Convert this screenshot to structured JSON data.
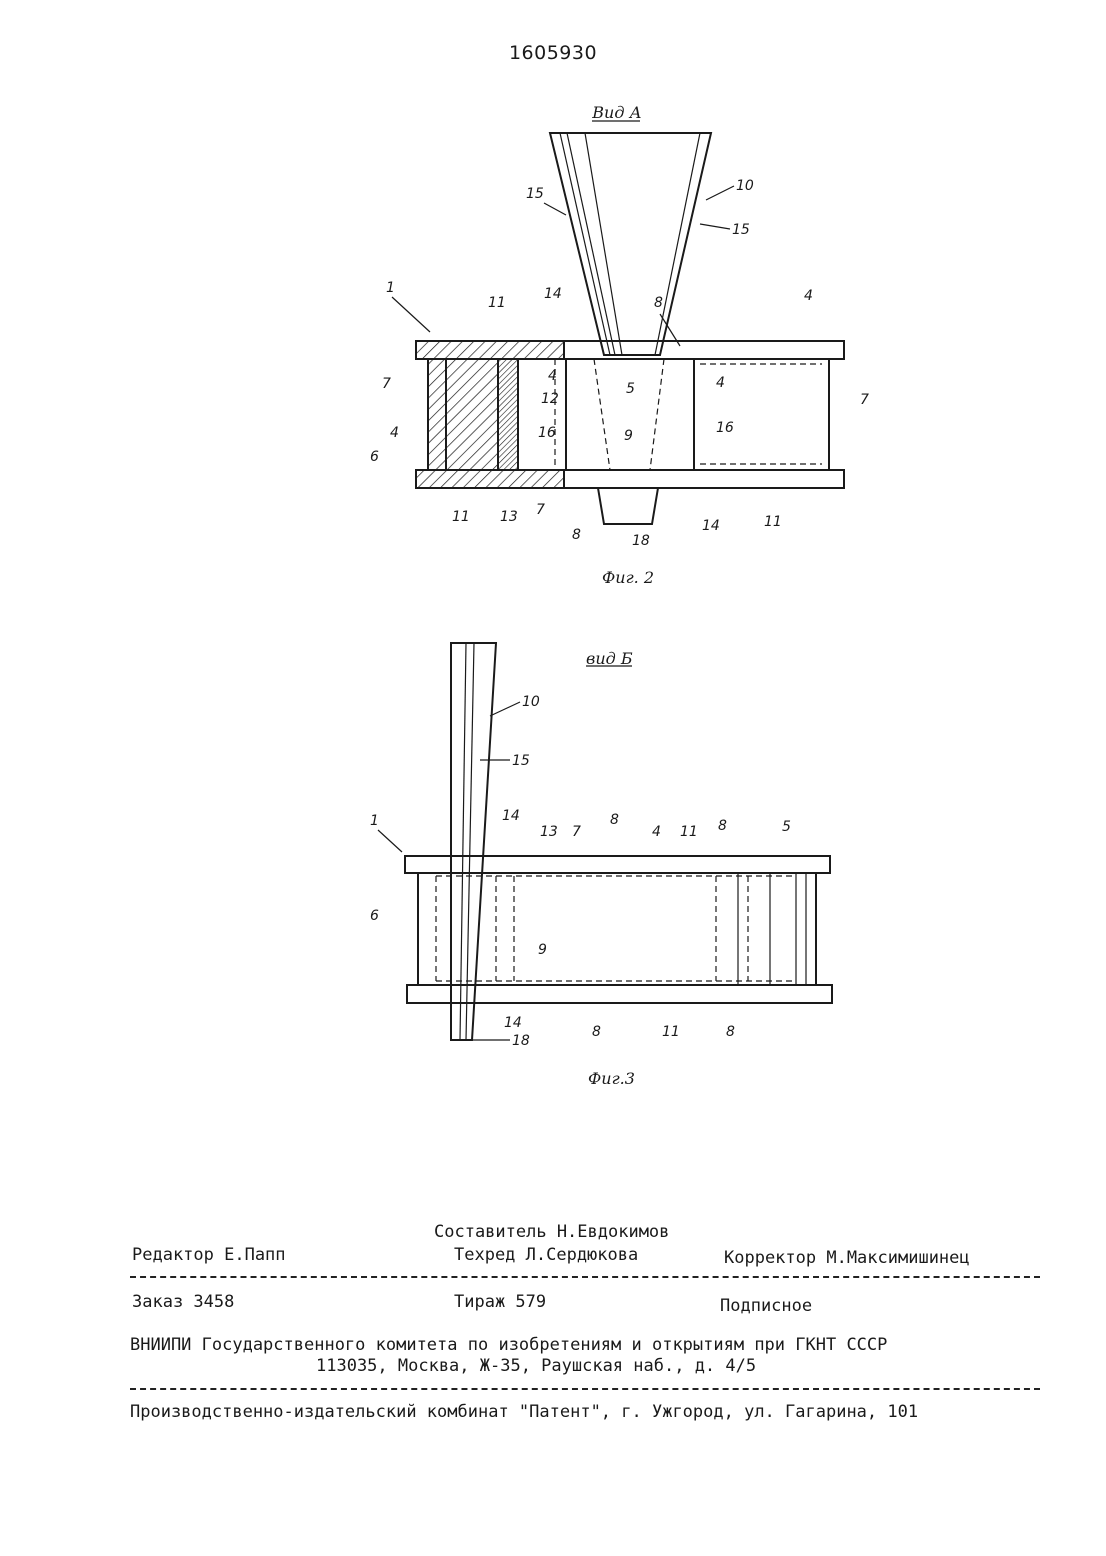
{
  "header": {
    "patent_number": "1605930"
  },
  "fig2": {
    "view_title": "Вид А",
    "caption": "Фиг. 2",
    "labels": {
      "l1": "1",
      "l11a": "11",
      "l14a": "14",
      "l8a": "8",
      "l4a": "4",
      "l10": "10",
      "l15a": "15",
      "l15b": "15",
      "l7a": "7",
      "l7b": "7",
      "l4b": "4",
      "l4c": "4",
      "l5": "5",
      "l4d": "4",
      "l12": "12",
      "l16a": "16",
      "l9": "9",
      "l16b": "16",
      "l6": "6",
      "l11b": "11",
      "l13": "13",
      "l7c": "7",
      "l8b": "8",
      "l18": "18",
      "l14b": "14",
      "l11c": "11"
    }
  },
  "fig3": {
    "view_title": "вид Б",
    "caption": "Фиг.3",
    "labels": {
      "l10": "10",
      "l15": "15",
      "l1": "1",
      "l14a": "14",
      "l13": "13",
      "l7": "7",
      "l8a": "8",
      "l4": "4",
      "l11a": "11",
      "l8b": "8",
      "l5": "5",
      "l6": "6",
      "l9": "9",
      "l14b": "14",
      "l18": "18",
      "l8c": "8",
      "l11b": "11",
      "l8d": "8"
    }
  },
  "footer": {
    "compiler": "Составитель  Н.Евдокимов",
    "editor": "Редактор Е.Папп",
    "techred": "Техред Л.Сердюкова",
    "corrector": "Корректор М.Максимишинец",
    "order": "Заказ 3458",
    "circulation": "Тираж 579",
    "subscription": "Подписное",
    "org_line1": "ВНИИПИ Государственного комитета по изобретениям и открытиям при ГКНТ СССР",
    "org_line2": "113035, Москва, Ж-35, Раушская наб., д. 4/5",
    "publisher": "Производственно-издательский комбинат \"Патент\", г. Ужгород, ул. Гагарина, 101"
  }
}
